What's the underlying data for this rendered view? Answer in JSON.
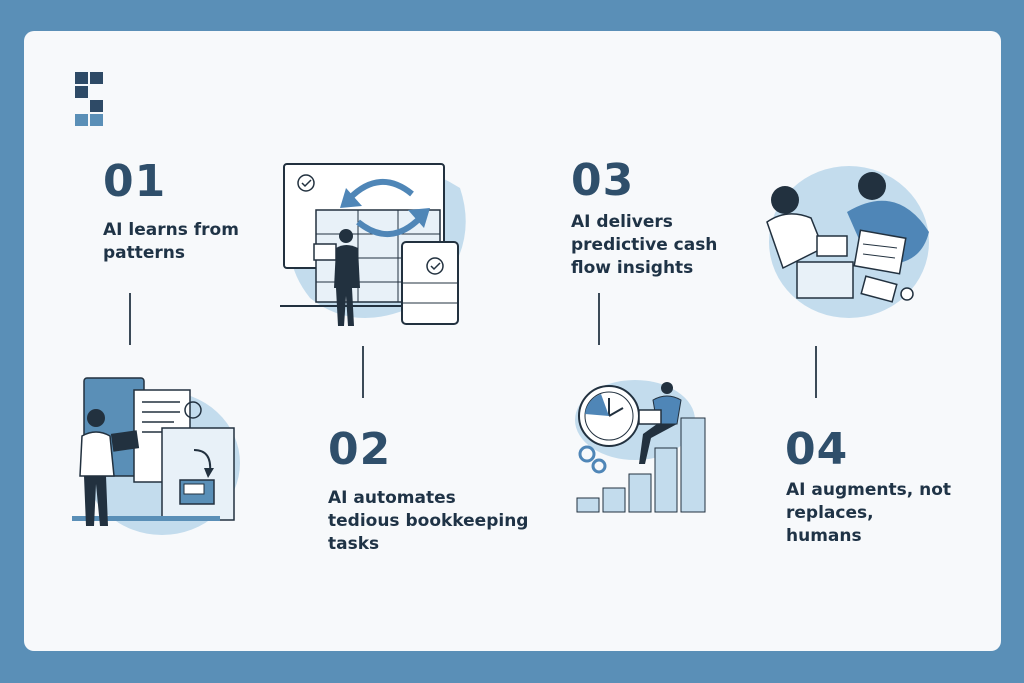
{
  "steps": [
    {
      "number": "01",
      "line1": "AI learns from",
      "line2": "patterns",
      "line3": ""
    },
    {
      "number": "02",
      "line1": "AI automates",
      "line2": "tedious bookkeeping",
      "line3": "tasks"
    },
    {
      "number": "03",
      "line1": "AI delivers",
      "line2": "predictive cash",
      "line3": "flow insights"
    },
    {
      "number": "04",
      "line1": "AI augments, not",
      "line2": "replaces,",
      "line3": "humans"
    }
  ],
  "colors": {
    "frame": "#5a8fb7",
    "card": "#f7f9fb",
    "number": "#2f4f6b",
    "text": "#1f3346",
    "blob": "#c3dced",
    "accent": "#4f86b7"
  },
  "icons": [
    "brand-logo",
    "document-laptop-illustration",
    "sync-dashboard-illustration",
    "clock-growth-illustration",
    "team-meeting-illustration"
  ]
}
